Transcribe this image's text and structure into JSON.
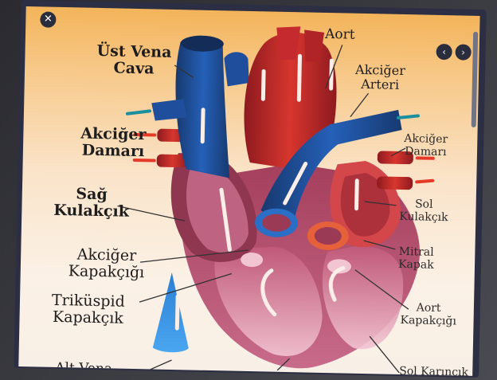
{
  "controls": {
    "close_icon": "✕",
    "prev_icon": "‹",
    "next_icon": "›"
  },
  "labels": {
    "ust_vena_cava": "Üst Vena\nCava",
    "aort": "Aort",
    "akciger_arteri": "Akciğer\nArteri",
    "akciger_damari_left": "Akciğer\nDamarı",
    "akciger_damari_right": "Akciğer\nDamarı",
    "sag_kulakcik": "Sağ\nKulakçık",
    "sol_kulakcik": "Sol\nKulakçık",
    "mitral_kapak": "Mitral\nKapak",
    "akciger_kapakcigi": "Akciğer\nKapakçığı",
    "triktuspid_kapakcik": "Triküspid\nKapakçık",
    "aort_kapakcigi": "Aort\nKapakçığı",
    "alt_vena": "Alt Vena",
    "sol_karincik": "Sol Karıncık"
  },
  "colors": {
    "deoxygenated": "#1f4e9c",
    "oxygenated": "#c4252b",
    "heart_wall": "#9b3a55",
    "chamber": "#e7a7b8"
  }
}
